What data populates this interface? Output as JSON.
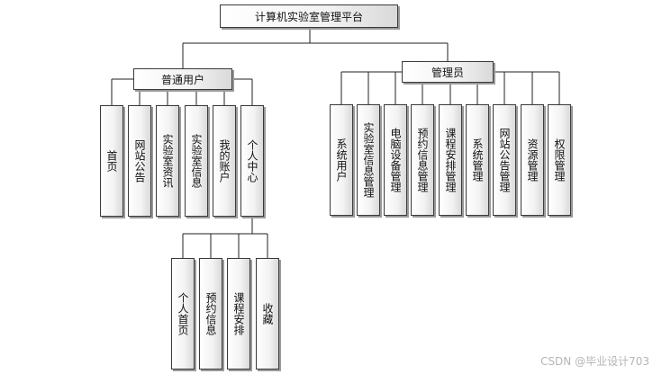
{
  "root": "计算机实验室管理平台",
  "left_group": {
    "title": "普通用户",
    "items": [
      "首页",
      "网站公告",
      "实验室资讯",
      "实验室信息",
      "我的账户",
      "个人中心"
    ]
  },
  "personal_center": {
    "items": [
      "个人首页",
      "预约信息",
      "课程安排",
      "收藏"
    ]
  },
  "right_group": {
    "title": "管理员",
    "items": [
      "系统用户",
      "实验室信息管理",
      "电脑设备管理",
      "预约信息管理",
      "课程安排管理",
      "系统管理",
      "网站公告管理",
      "资源管理",
      "权限管理"
    ]
  },
  "watermark": "CSDN @毕业设计703"
}
